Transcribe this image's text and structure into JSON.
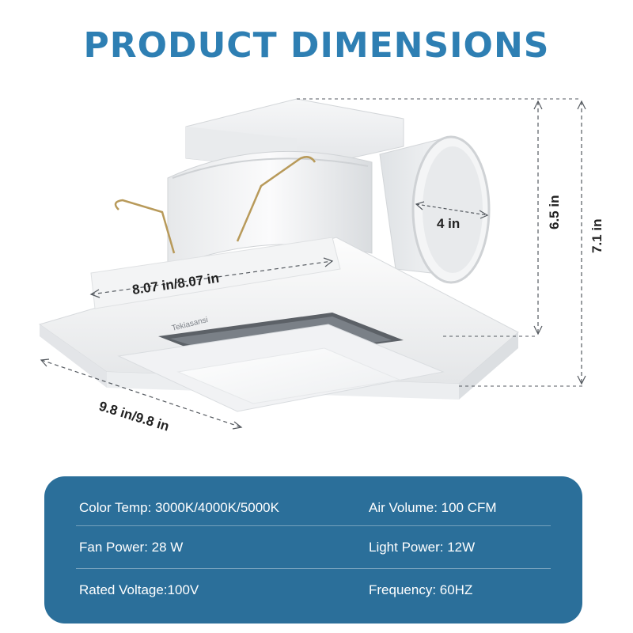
{
  "title": "PRODUCT DIMENSIONS",
  "brand_mark": "Tekiasansi",
  "dimensions": {
    "duct": "4 in",
    "height_body": "6.5 in",
    "height_total": "7.1 in",
    "inner_size": "8.07 in/8.07 in",
    "outer_size": "9.8 in/9.8 in"
  },
  "specs": [
    {
      "left": "Color Temp: 3000K/4000K/5000K",
      "right": "Air Volume: 100 CFM"
    },
    {
      "left": "Fan Power: 28 W",
      "right": "Light Power: 12W"
    },
    {
      "left": "Rated Voltage:100V",
      "right": "Frequency: 60HZ"
    }
  ],
  "colors": {
    "title": "#2e7fb3",
    "panel": "#2b6f9a",
    "dimension_text": "#222222"
  }
}
